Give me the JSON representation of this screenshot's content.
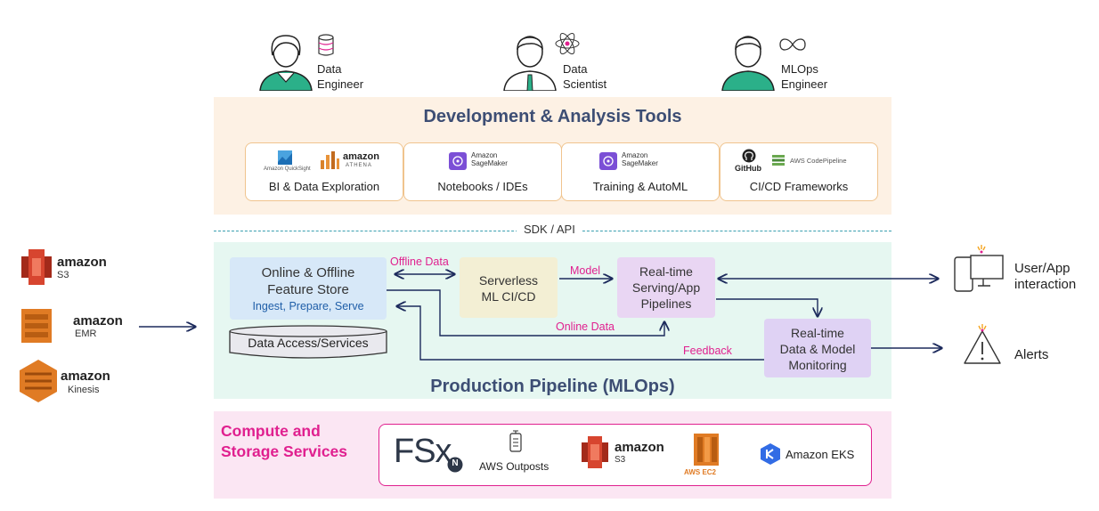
{
  "personas": [
    {
      "line1": "Data",
      "line2": "Engineer",
      "badge_icon": "database-icon"
    },
    {
      "line1": "Data",
      "line2": "Scientist",
      "badge_icon": "atom-icon"
    },
    {
      "line1": "MLOps",
      "line2": "Engineer",
      "badge_icon": "infinity-icon"
    }
  ],
  "dev_section": {
    "title": "Development & Analysis Tools",
    "tools": [
      {
        "label": "BI & Data Exploration",
        "logos": [
          "Amazon QuickSight",
          "amazon",
          "ATHENA"
        ]
      },
      {
        "label": "Notebooks / IDEs",
        "logos": [
          "Amazon",
          "SageMaker"
        ]
      },
      {
        "label": "Training & AutoML",
        "logos": [
          "Amazon",
          "SageMaker"
        ]
      },
      {
        "label": "CI/CD Frameworks",
        "logos": [
          "GitHub",
          "AWS CodePipeline"
        ]
      }
    ]
  },
  "sdk_label": "SDK / API",
  "prod_section": {
    "title": "Production Pipeline (MLOps)",
    "feature_store": {
      "line1": "Online & Offline",
      "line2": "Feature Store",
      "sub": "Ingest, Prepare, Serve"
    },
    "data_access": "Data Access/Services",
    "serverless": {
      "line1": "Serverless",
      "line2": "ML CI/CD"
    },
    "realtime_serving": {
      "line1": "Real-time",
      "line2": "Serving/App",
      "line3": "Pipelines"
    },
    "monitoring": {
      "line1": "Real-time",
      "line2": "Data & Model",
      "line3": "Monitoring"
    },
    "labels": {
      "offline_data": "Offline Data",
      "model": "Model",
      "online_data": "Online Data",
      "feedback": "Feedback"
    }
  },
  "sources": [
    {
      "brand": "amazon",
      "name": "S3",
      "color": "#d7452f"
    },
    {
      "brand": "amazon",
      "name": "EMR",
      "color": "#e07b24"
    },
    {
      "brand": "amazon",
      "name": "Kinesis",
      "color": "#e07b24"
    }
  ],
  "outputs": [
    {
      "line1": "User/App",
      "line2": "interaction",
      "icon": "devices-icon"
    },
    {
      "line1": "Alerts",
      "icon": "alert-icon"
    }
  ],
  "compute_section": {
    "title_line1": "Compute and",
    "title_line2": "Storage Services",
    "services": [
      {
        "label": "FSx",
        "sub": "N"
      },
      {
        "label": "AWS Outposts"
      },
      {
        "label": "amazon",
        "sub": "S3"
      },
      {
        "label": "AWS EC2"
      },
      {
        "label": "Amazon EKS"
      }
    ]
  },
  "colors": {
    "dev_bg": "#fdf1e4",
    "prod_bg": "#e6f7f1",
    "compute_bg": "#fbe6f3",
    "title": "#3d4e74",
    "pink": "#e0208f",
    "arrow": "#1c2a5c"
  }
}
